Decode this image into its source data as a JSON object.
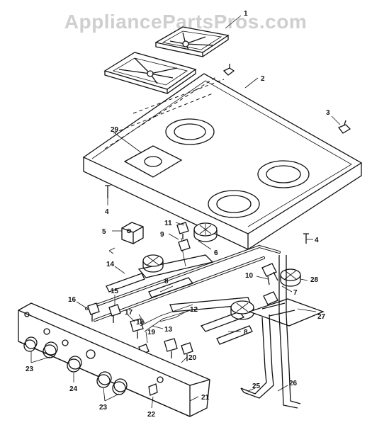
{
  "watermark": "AppliancePartsPros.com",
  "callouts": [
    {
      "label": "1"
    },
    {
      "label": "2"
    },
    {
      "label": "3"
    },
    {
      "label": "4"
    },
    {
      "label": "4"
    },
    {
      "label": "5"
    },
    {
      "label": "6"
    },
    {
      "label": "7"
    },
    {
      "label": "8"
    },
    {
      "label": "8"
    },
    {
      "label": "9"
    },
    {
      "label": "10"
    },
    {
      "label": "11"
    },
    {
      "label": "12"
    },
    {
      "label": "13"
    },
    {
      "label": "14"
    },
    {
      "label": "15"
    },
    {
      "label": "16"
    },
    {
      "label": "17"
    },
    {
      "label": "18"
    },
    {
      "label": "19"
    },
    {
      "label": "20"
    },
    {
      "label": "21"
    },
    {
      "label": "22"
    },
    {
      "label": "23"
    },
    {
      "label": "23"
    },
    {
      "label": "24"
    },
    {
      "label": "25"
    },
    {
      "label": "26"
    },
    {
      "label": "27"
    },
    {
      "label": "28"
    },
    {
      "label": "29"
    }
  ]
}
